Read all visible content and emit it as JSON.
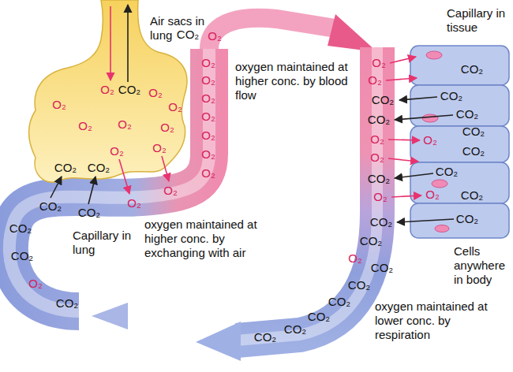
{
  "diagram": {
    "labels": [
      "Air sacs in lung",
      "O₂",
      "CO₂",
      "O₂",
      "O₂",
      "O₂",
      "O₂",
      "O₂",
      "O₂",
      "CO₂",
      "CO₂",
      "O₂",
      "O₂",
      "CO₂",
      "CO₂",
      "O₂",
      "O₂",
      "CO₂",
      "O₂",
      "O₂",
      "O₂",
      "O₂",
      "O₂",
      "O₂",
      "O₂",
      "O₂",
      "oxygen maintained at higher conc. by blood flow",
      "CO₂",
      "CO₂",
      "O₂",
      "CO₂",
      "Capillary in lung",
      "oxygen maintained at higher conc. by exchanging with air",
      "Capillary in tissue",
      "O₂",
      "O₂",
      "CO₂",
      "CO₂",
      "O₂",
      "O₂",
      "CO₂",
      "O₂",
      "CO₂",
      "CO₂",
      "O₂",
      "CO₂",
      "CO₂",
      "CO₂",
      "CO₂",
      "CO₂",
      "CO₂",
      "CO₂",
      "CO₂",
      "CO₂",
      "CO₂",
      "O₂",
      "CO₂",
      "CO₂",
      "O₂",
      "CO₂",
      "CO₂",
      "Cells anywhere in body",
      "oxygen maintained at lower conc. by respiration"
    ]
  }
}
